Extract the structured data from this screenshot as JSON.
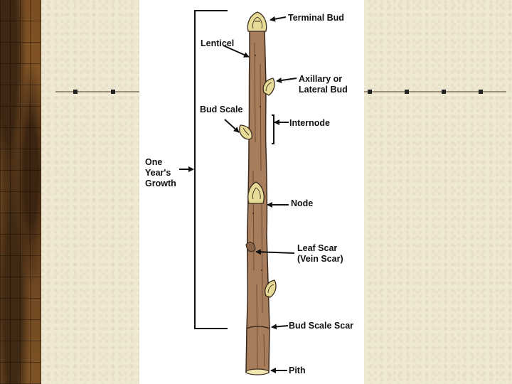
{
  "colors": {
    "stem": "#a87d5c",
    "stem_outline": "#3a2a1e",
    "bud": "#e6dc98",
    "pith": "#efe6b0",
    "panel": "#ffffff",
    "slide_bg": "#efe8d2"
  },
  "labels": {
    "terminal_bud": "Terminal Bud",
    "lenticel": "Lenticel",
    "axillary_bud": [
      "Axillary or",
      "Lateral Bud"
    ],
    "bud_scale": "Bud Scale",
    "internode": "Internode",
    "one_years_growth": [
      "One",
      "Year's",
      "Growth"
    ],
    "node": "Node",
    "leaf_scar": [
      "Leaf Scar",
      "(Vein Scar)"
    ],
    "bud_scale_scar": "Bud Scale Scar",
    "pith": "Pith"
  }
}
